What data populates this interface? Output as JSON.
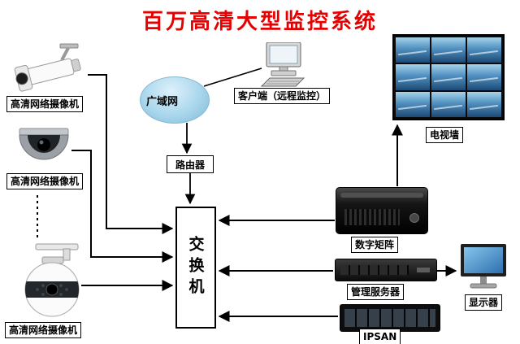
{
  "title": "百万高清大型监控系统",
  "labels": {
    "camera1": "高清网络摄像机",
    "camera2": "高清网络摄像机",
    "camera3": "高清网络摄像机",
    "wan": "广域网",
    "client": "客户端（远程监控）",
    "router": "路由器",
    "switch": "交换机",
    "tv_wall": "电视墙",
    "matrix": "数字矩阵",
    "mgmt_server": "管理服务器",
    "ipsan": "IPSAN",
    "monitor": "显示器"
  },
  "colors": {
    "title_red": "#e60000",
    "cloud_blue": "#a9d6ec",
    "screen_blue": "#2e6fae",
    "line_black": "#000000"
  }
}
